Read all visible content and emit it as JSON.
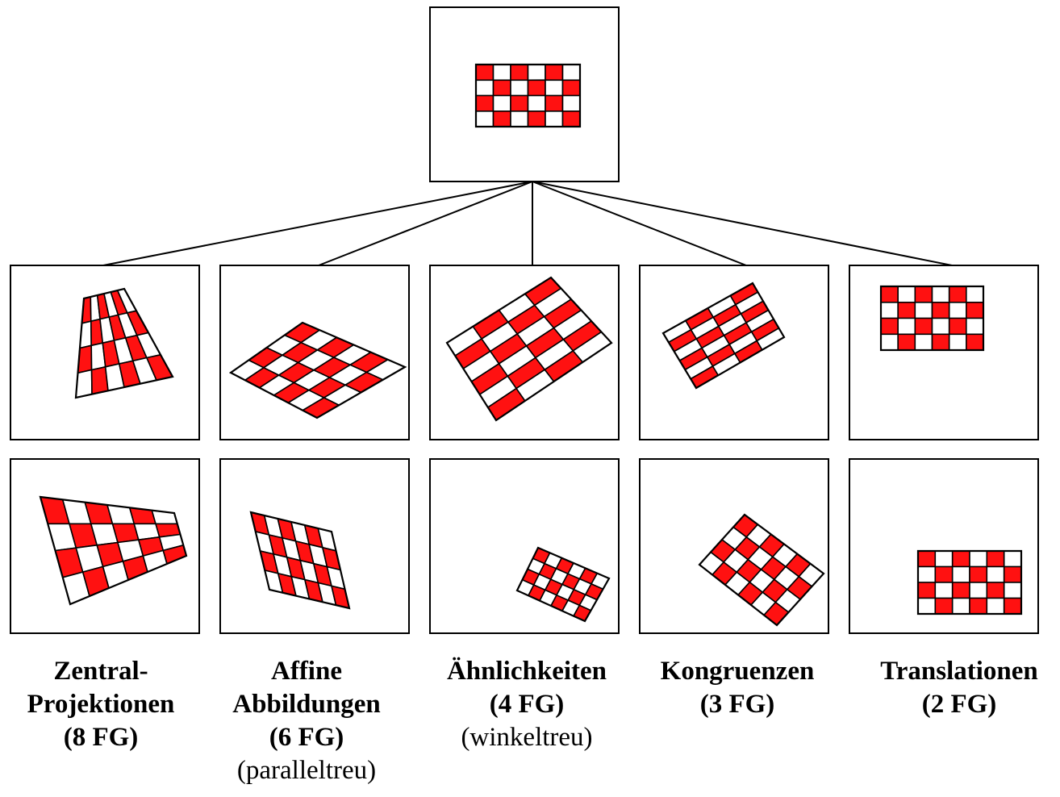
{
  "colors": {
    "checker": "#ff1111",
    "light": "#ffffff",
    "stroke": "#000000"
  },
  "checkerboard": {
    "columns": 6,
    "rows": 4
  },
  "categories": [
    {
      "id": "zentral",
      "title_lines": [
        "Zentral-",
        "Projektionen",
        "(8 FG)"
      ],
      "note": ""
    },
    {
      "id": "affine",
      "title_lines": [
        "Affine",
        "Abbildungen",
        "(6 FG)"
      ],
      "note": "(paralleltreu)"
    },
    {
      "id": "aehnlich",
      "title_lines": [
        "Ähnlichkeiten",
        "(4 FG)"
      ],
      "note": "(winkeltreu)"
    },
    {
      "id": "kongruenz",
      "title_lines": [
        "Kongruenzen",
        "(3 FG)"
      ],
      "note": ""
    },
    {
      "id": "translation",
      "title_lines": [
        "Translationen",
        "(2 FG)"
      ],
      "note": ""
    }
  ]
}
